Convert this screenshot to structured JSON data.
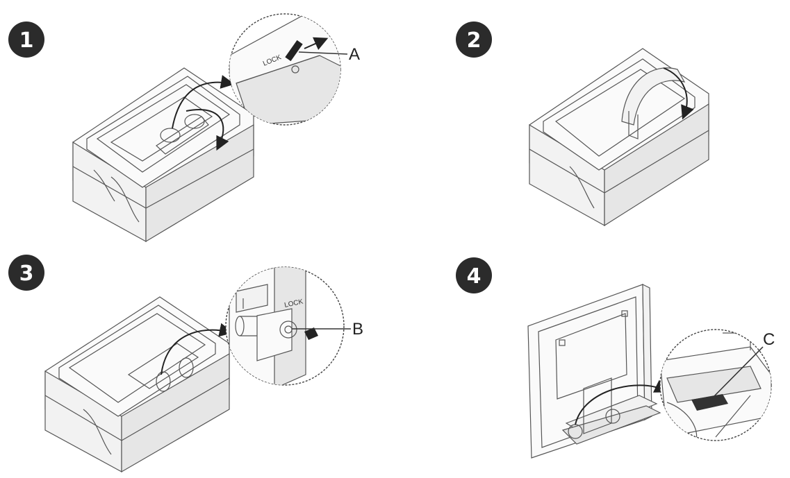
{
  "steps": [
    {
      "number": "1",
      "callout": "A",
      "label_text": "LOCK"
    },
    {
      "number": "2"
    },
    {
      "number": "3",
      "callout": "B",
      "label_text": "LOCK"
    },
    {
      "number": "4",
      "callout": "C"
    }
  ],
  "colors": {
    "badge": "#2b2b2b",
    "line": "#555555",
    "background": "#ffffff"
  }
}
